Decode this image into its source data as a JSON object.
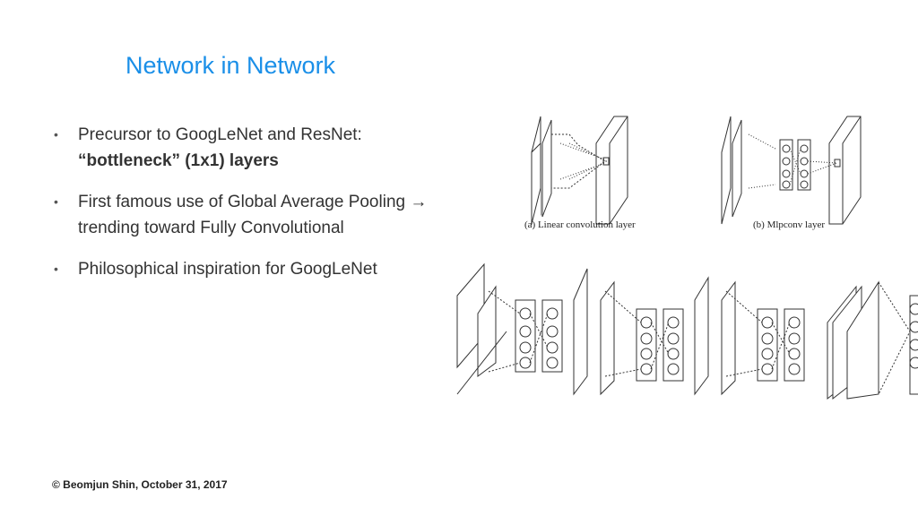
{
  "slide": {
    "title": "Network in Network",
    "bullets": [
      {
        "text": "Precursor to GoogLeNet and ResNet:",
        "strong": "“bottleneck” (1x1) layers"
      },
      {
        "text": "First famous use of Global Average Pooling → trending toward Fully Convolutional",
        "strong": ""
      },
      {
        "text": "Philosophical inspiration for GoogLeNet",
        "strong": ""
      }
    ],
    "bullet_glyph": "•",
    "figure": {
      "caption_a": "(a) Linear convolution layer",
      "caption_b": "(b) Mlpconv layer"
    },
    "footer": "© Beomjun Shin, October 31, 2017"
  }
}
